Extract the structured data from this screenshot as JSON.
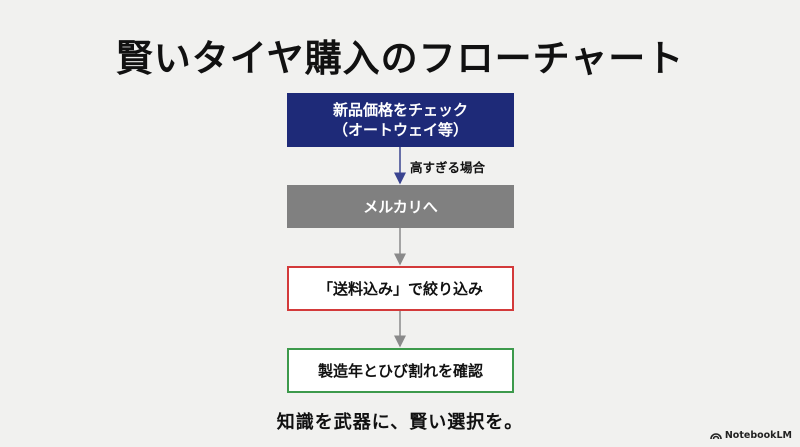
{
  "title": "賢いタイヤ購入のフローチャート",
  "steps": [
    {
      "line1": "新品価格をチェック",
      "line2": "（オートウェイ等）",
      "style": "navy"
    },
    {
      "line1": "メルカリへ",
      "style": "gray"
    },
    {
      "line1": "「送料込み」で絞り込み",
      "style": "red-outline"
    },
    {
      "line1": "製造年とひび割れを確認",
      "style": "green-outline"
    }
  ],
  "edge_label": "高すぎる場合",
  "footer": "知識を武器に、賢い選択を。",
  "logo_text": "NotebookLM",
  "colors": {
    "navy": "#1e2a78",
    "gray": "#808080",
    "red": "#d33a3a",
    "green": "#3d9a4c",
    "arrow_blue": "#3a4490",
    "arrow_gray": "#8a8a8a"
  }
}
